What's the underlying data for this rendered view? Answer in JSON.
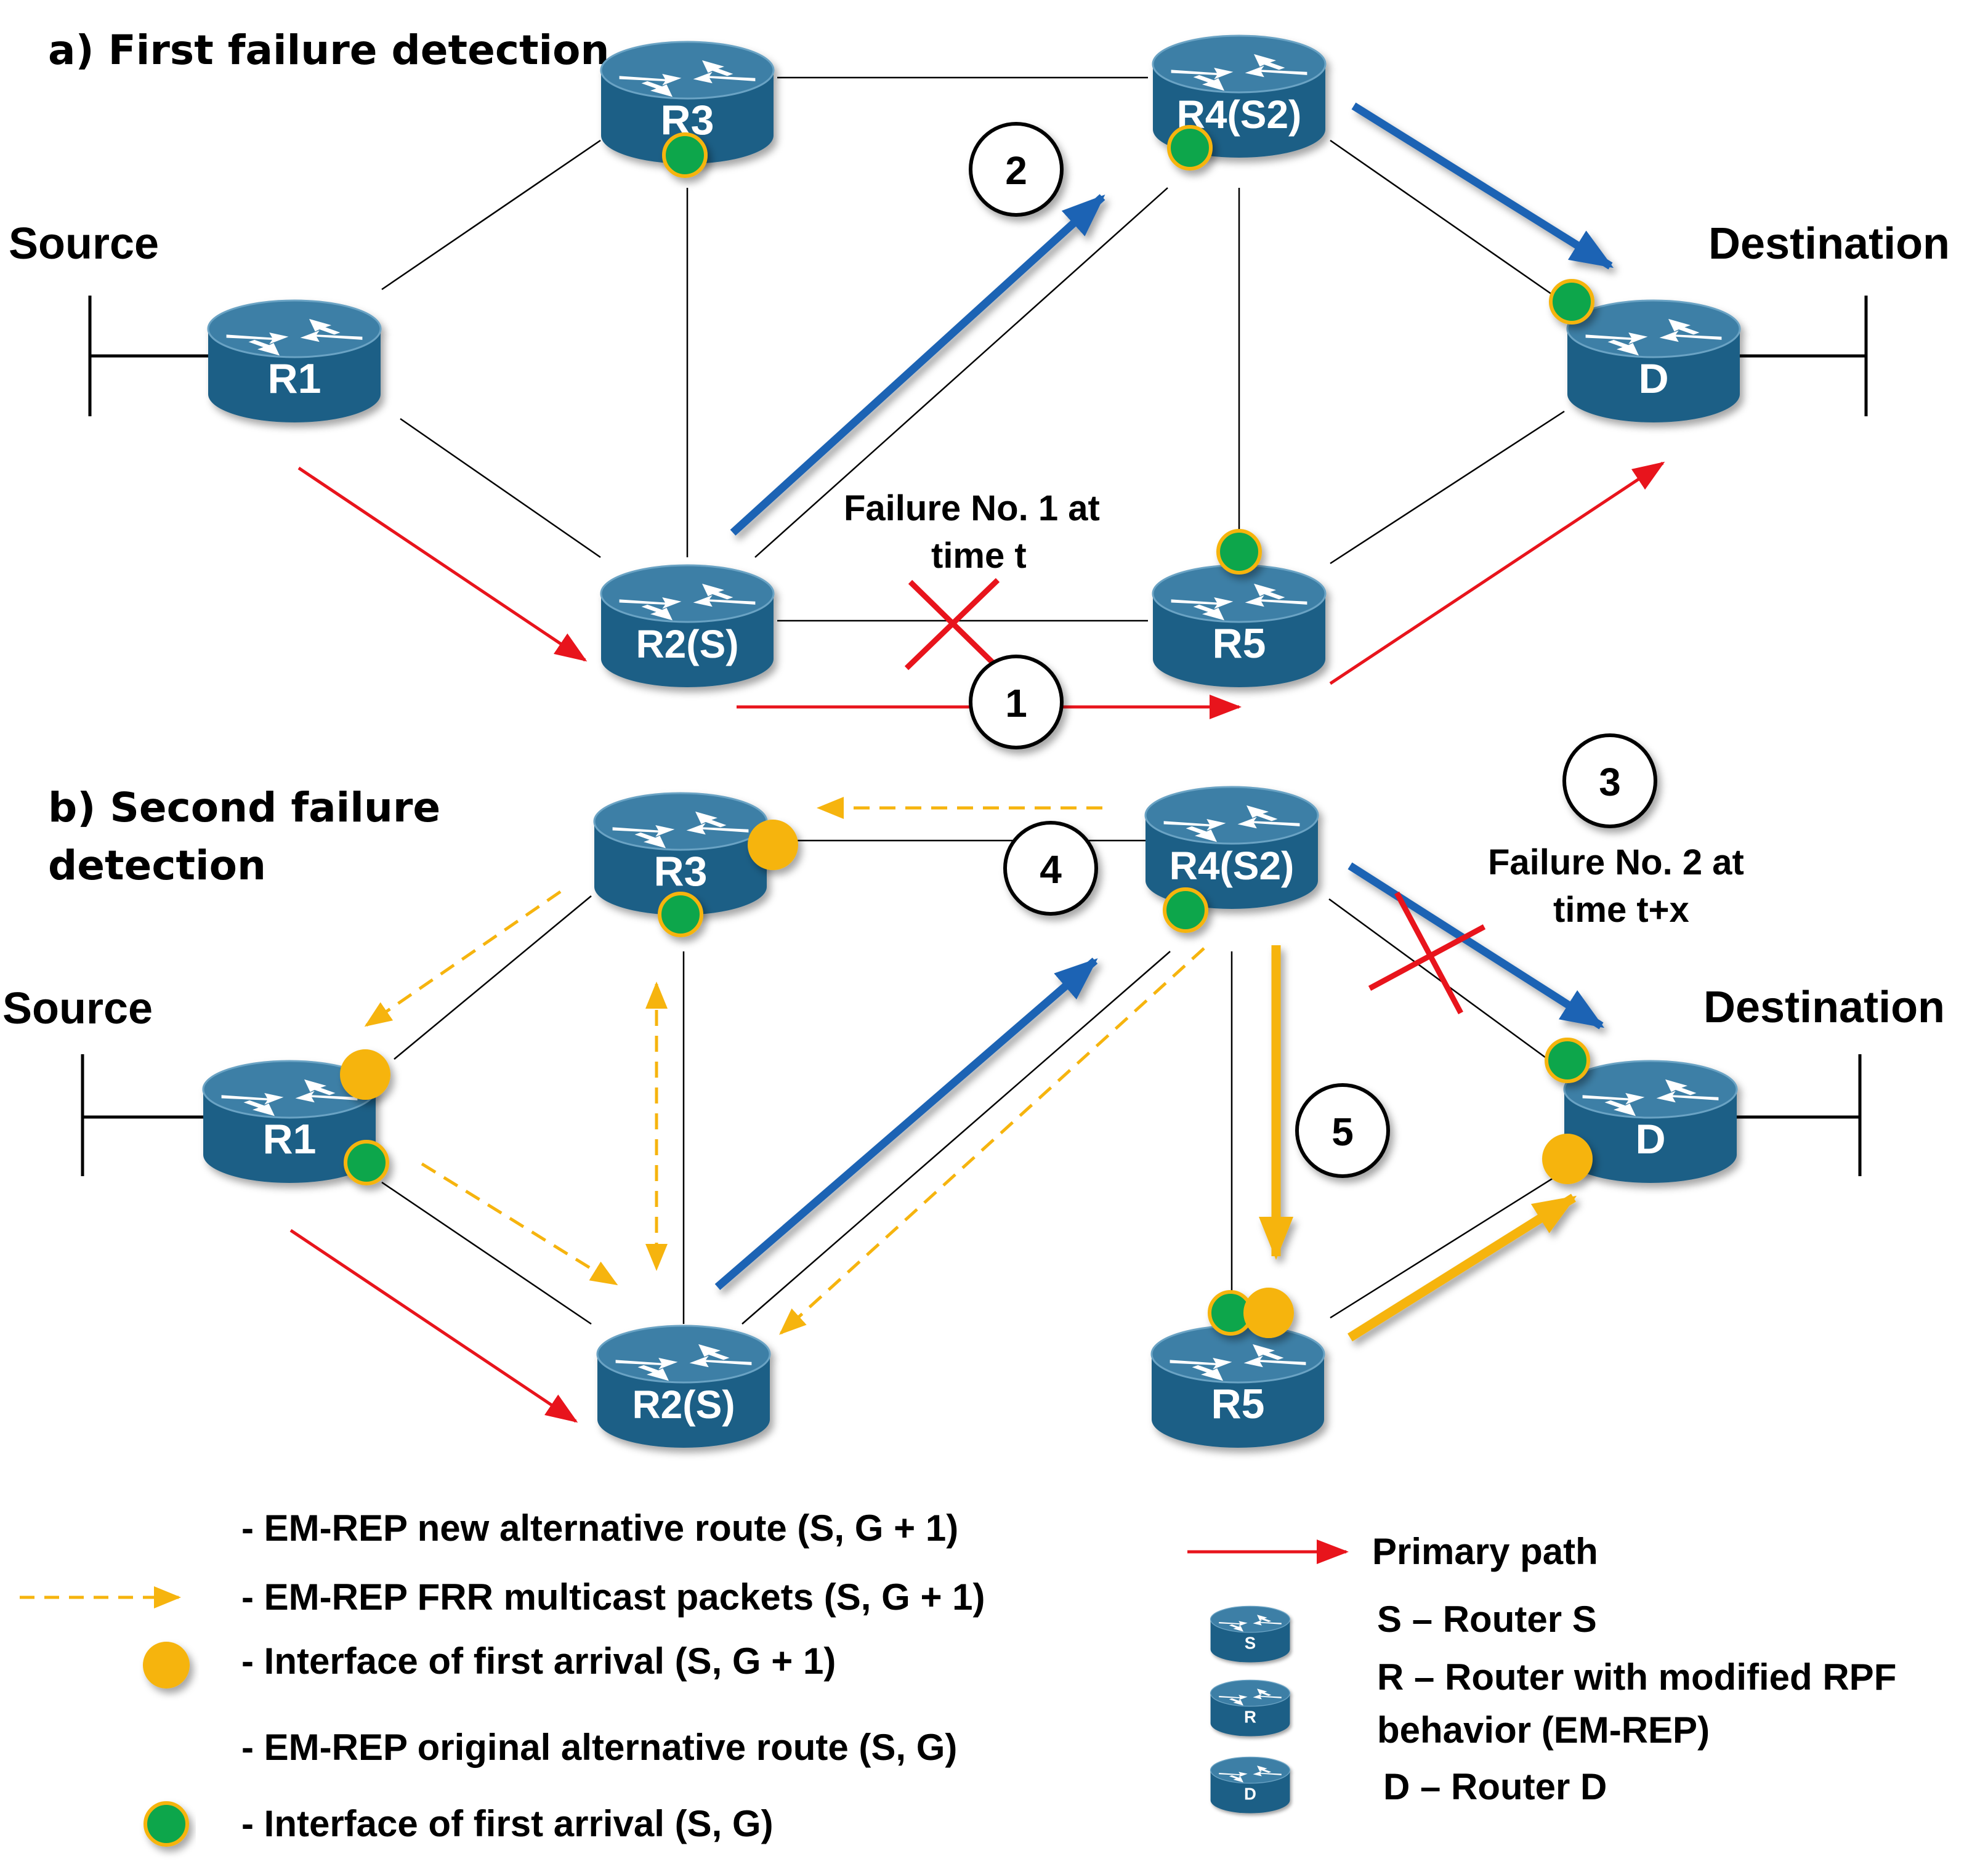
{
  "colors": {
    "router_top": "#3e7fa6",
    "router_side": "#1e5f86",
    "router_arrow": "#ffffff",
    "link": "#000000",
    "primary_path": "#e8141c",
    "original_route": "#1c64b4",
    "new_route": "#f6b40e",
    "green_dot": "#0ea64c",
    "orange_dot": "#f6b40e",
    "failure_x": "#e8141c"
  },
  "panel_a": {
    "title": "a) First failure detection",
    "source_label": "Source",
    "destination_label": "Destination",
    "failure_label_line1": "Failure No. 1 at",
    "failure_label_line2": "time t",
    "routers": {
      "r1": "R1",
      "r2": "R2(S)",
      "r3": "R3",
      "r4": "R4(S2)",
      "r5": "R5",
      "d": "D"
    },
    "steps": [
      "1",
      "2"
    ]
  },
  "panel_b": {
    "title_line1": "b) Second failure",
    "title_line2": "detection",
    "source_label": "Source",
    "destination_label": "Destination",
    "failure_label_line1": "Failure No. 2 at",
    "failure_label_line2": "time t+x",
    "routers": {
      "r1": "R1",
      "r2": "R2(S)",
      "r3": "R3",
      "r4": "R4(S2)",
      "r5": "R5",
      "d": "D"
    },
    "steps": [
      "3",
      "4",
      "5"
    ]
  },
  "legend": {
    "new_route": "- EM-REP new alternative route (S, G + 1)",
    "frr_packets": "- EM-REP FRR multicast packets (S, G + 1)",
    "arrival_g1": "- Interface of first arrival (S, G + 1)",
    "original_route": "- EM-REP original alternative route (S, G)",
    "arrival_g": "- Interface of first arrival (S, G)",
    "primary_path": "Primary path",
    "router_s": "S – Router S",
    "router_r_line1": "R – Router with modified RPF",
    "router_r_line2": "behavior (EM-REP)",
    "router_d": "D – Router D",
    "icon_s": "S",
    "icon_r": "R",
    "icon_d": "D"
  }
}
